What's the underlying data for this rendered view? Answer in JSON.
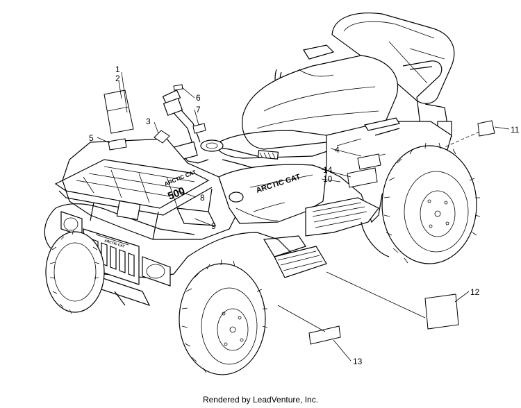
{
  "callouts": [
    "1",
    "2",
    "3",
    "4",
    "5",
    "6",
    "7",
    "8",
    "9",
    "10",
    "11",
    "12",
    "13",
    "14"
  ],
  "vehicle_logo_text": "ARCTIC CAT",
  "vehicle_model_text": "500",
  "footer": "Rendered by LeadVenture, Inc."
}
